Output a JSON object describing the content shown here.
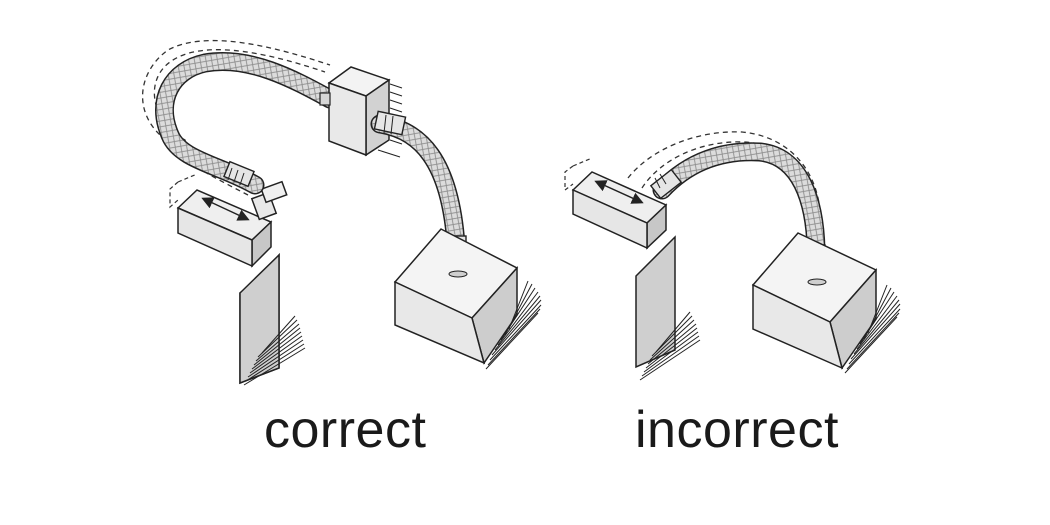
{
  "panels": {
    "correct": {
      "label": "correct"
    },
    "incorrect": {
      "label": "incorrect"
    }
  },
  "colors": {
    "background": "#ffffff",
    "line": "#222222",
    "face_light": "#f2f2f2",
    "face_mid": "#e4e4e4",
    "face_dark": "#bcbcbc",
    "hose": "#d9d9d9"
  },
  "icons": {
    "direction_arrow": "double-headed-arrow",
    "motion_indicator": "dashed-outline"
  }
}
